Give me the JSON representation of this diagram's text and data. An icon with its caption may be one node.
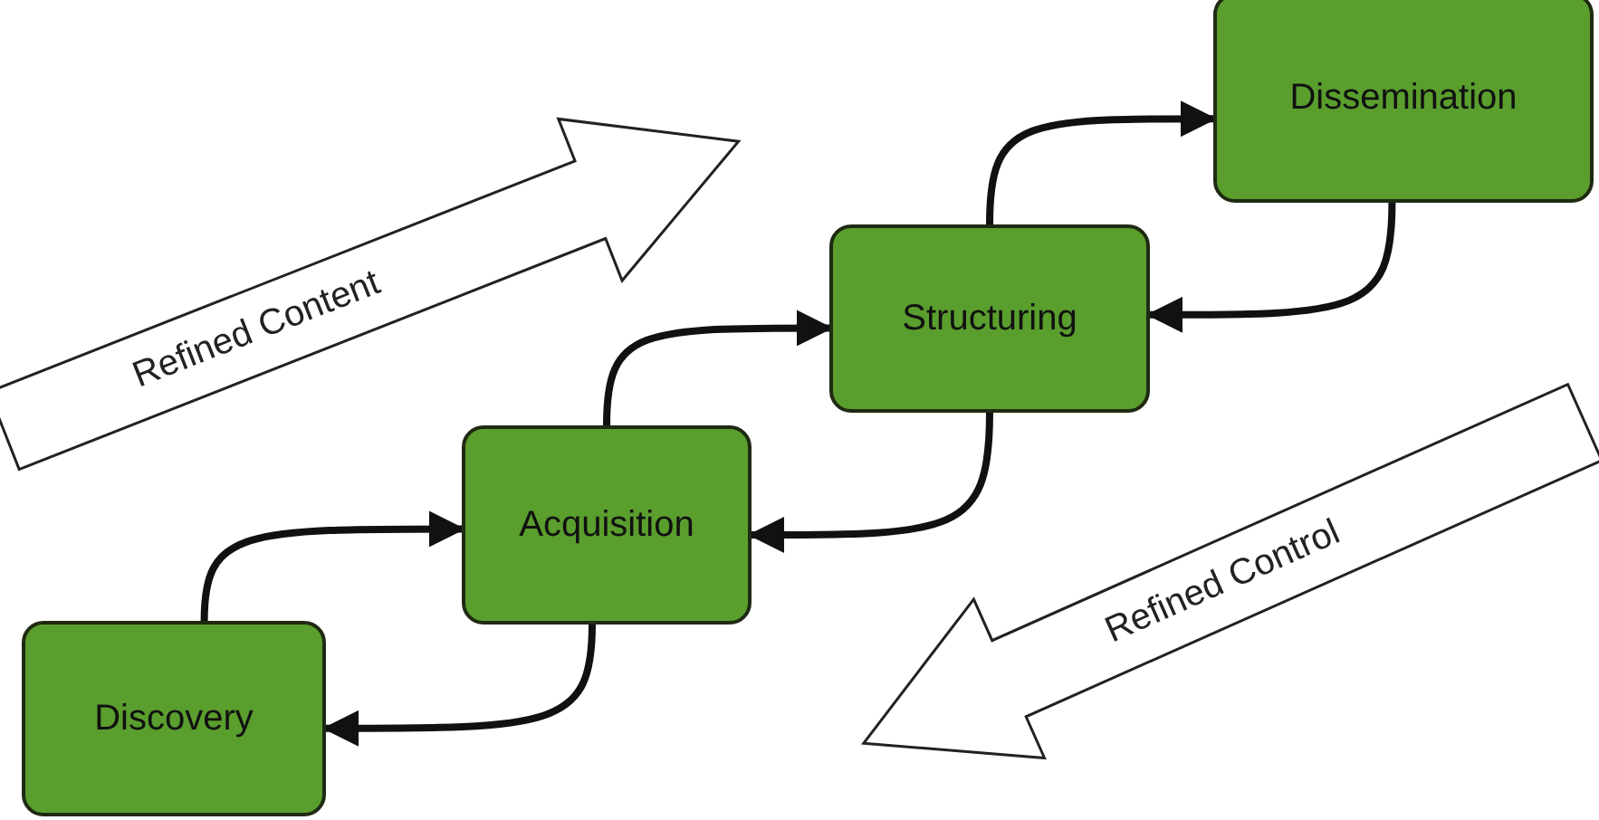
{
  "diagram": {
    "nodes": [
      {
        "text": [
          "Discovery"
        ]
      },
      {
        "text": [
          "Acquisition"
        ]
      },
      {
        "text": [
          "Structuring"
        ]
      },
      {
        "text": [
          "Dissemination"
        ]
      }
    ],
    "edges": [
      {
        "from": 0,
        "to": 1,
        "arrow": "to"
      },
      {
        "from": 1,
        "to": 0,
        "arrow": "to"
      },
      {
        "from": 1,
        "to": 2,
        "arrow": "to"
      },
      {
        "from": 2,
        "to": 1,
        "arrow": "to"
      },
      {
        "from": 2,
        "to": 3,
        "arrow": "to"
      },
      {
        "from": 3,
        "to": 2,
        "arrow": "to"
      }
    ],
    "labels": [
      "Refined Content",
      "Refined Control"
    ]
  }
}
